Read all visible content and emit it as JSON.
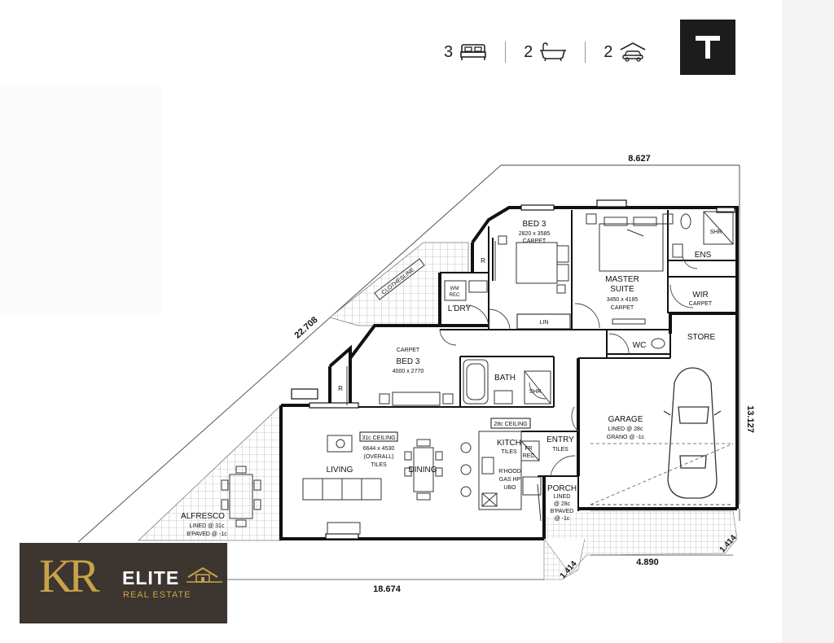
{
  "summary": {
    "bedrooms": "3",
    "bathrooms": "2",
    "garage": "2",
    "bed_icon": "bed-icon",
    "bath_icon": "bath-icon",
    "car_icon": "car-icon"
  },
  "brand_mark": "T",
  "dimensions": {
    "top": "8.627",
    "diagonal": "22.708",
    "right": "13.127",
    "bottom": "18.674",
    "garage_front": "4.890",
    "corner_left": "1.414",
    "corner_right": "1.414"
  },
  "rooms": {
    "bed3_top": {
      "name": "BED 3",
      "size": "2820 x 3585",
      "floor": "CARPET"
    },
    "master": {
      "name_line1": "MASTER",
      "name_line2": "SUITE",
      "size": "3450 x 4185",
      "floor": "CARPET"
    },
    "ens": "ENS",
    "shr_ens": "SHR",
    "wir": {
      "name": "WIR",
      "floor": "CARPET"
    },
    "store": "STORE",
    "wc": "WC",
    "lin": "LIN",
    "r_top": "R",
    "laundry": {
      "name": "L'DRY",
      "wm": "WM",
      "rec": "REC"
    },
    "clothesline": "CLOTHESLINE",
    "bed3_mid": {
      "floor": "CARPET",
      "name": "BED 3",
      "size": "4000 x 2770"
    },
    "r_mid": "R",
    "bath": "BATH",
    "shr_bath": "SHR",
    "garage": {
      "name": "GARAGE",
      "line1": "LINED @ 28c",
      "line2": "GRANO @ -1c"
    },
    "living_ceiling": "31c CEILING",
    "living_info1": "6644 x 4530",
    "living_info2": "(OVERALL)",
    "living_info3": "TILES",
    "kitchen_ceiling": "28c CEILING",
    "living": "LIVING",
    "dining": "DINING",
    "kitchen": {
      "name": "KITCH",
      "floor": "TILES",
      "rhood": "R'HOOD",
      "gas": "GAS HP",
      "ubo": "UBO"
    },
    "fr": "FR",
    "fr_rec": "REC",
    "entry": {
      "name": "ENTRY",
      "floor": "TILES"
    },
    "porch": {
      "name": "PORCH",
      "line1": "LINED",
      "line2": "@ 28c",
      "line3": "B'PAVED",
      "line4": "@ -1c"
    },
    "alfresco": {
      "name": "ALFRESCO",
      "line1": "LINED @ 31c",
      "line2": "B'PAVED @ -1c"
    }
  },
  "logo": {
    "monogram": "KR",
    "name": "ELITE",
    "tagline": "REAL ESTATE"
  }
}
